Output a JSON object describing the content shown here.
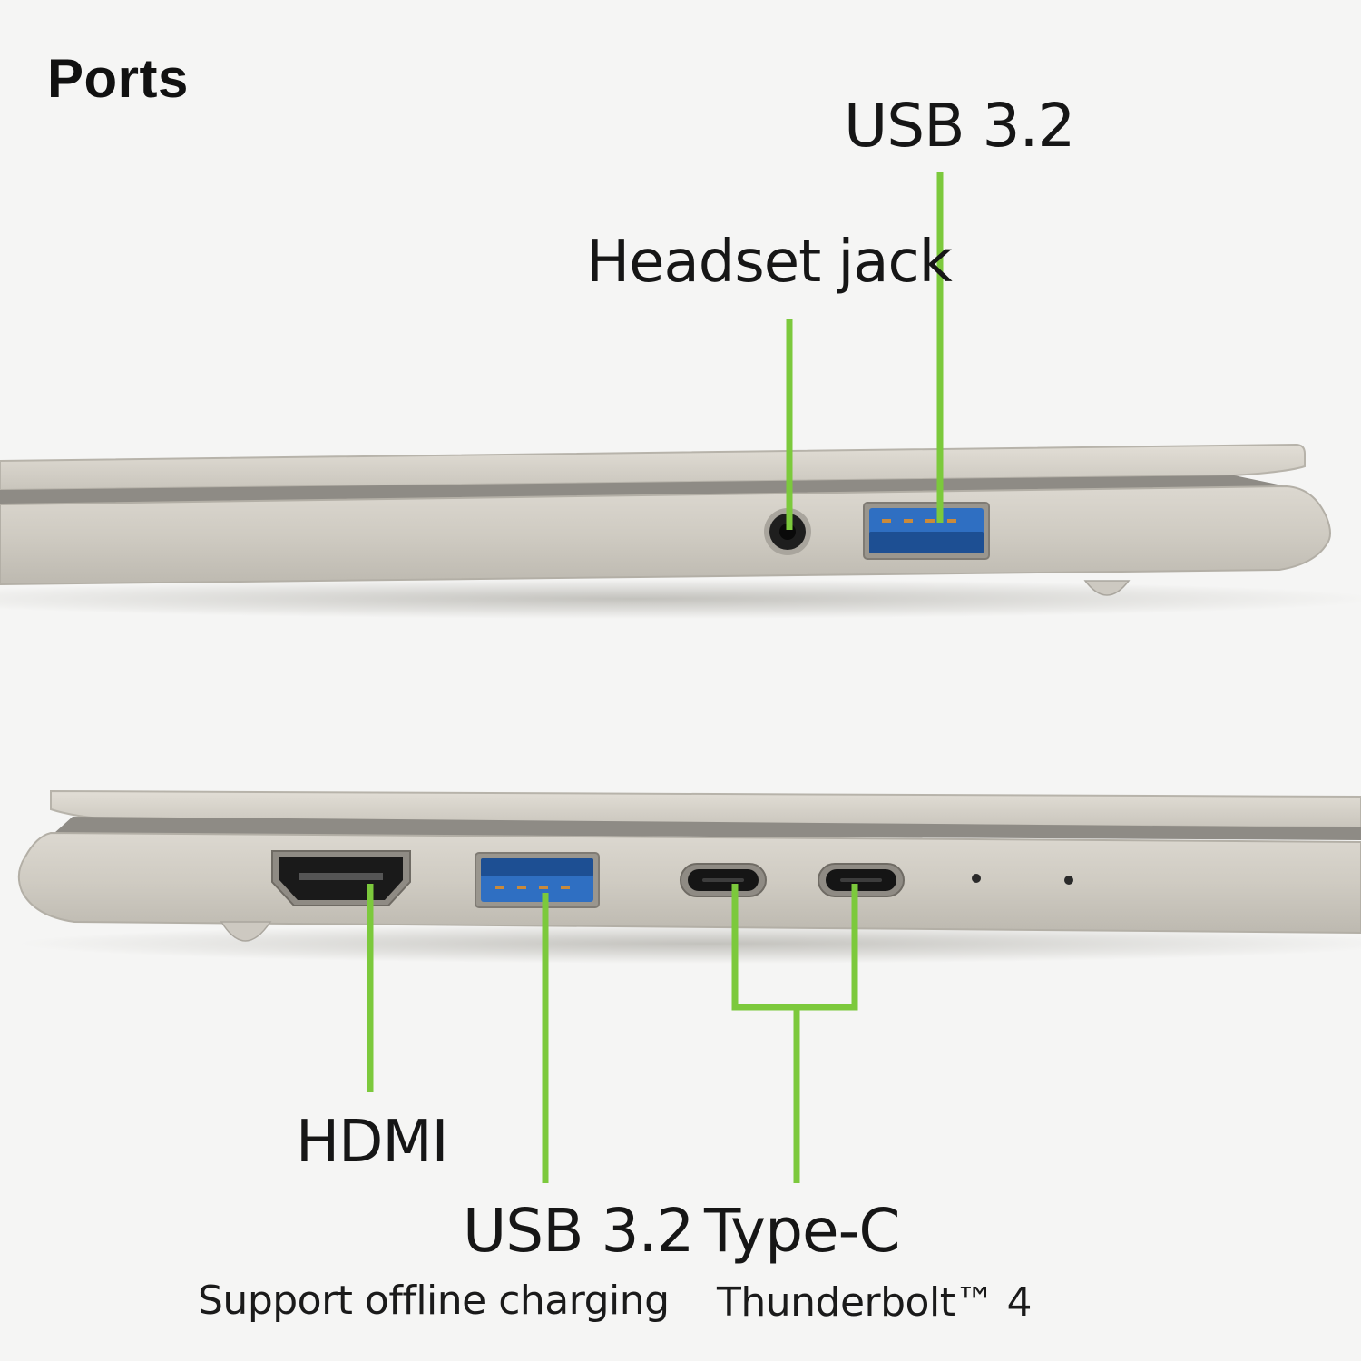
{
  "title": "Ports",
  "top_view": {
    "usb_label": "USB 3.2",
    "headset_label": "Headset jack"
  },
  "bottom_view": {
    "hdmi_label": "HDMI",
    "usb_label": "USB 3.2",
    "usb_sublabel": "Support offline charging",
    "typec_label": "Type-C",
    "typec_sublabel": "Thunderbolt™ 4"
  },
  "colors": {
    "background": "#f5f5f4",
    "callout_line": "#7cc93c",
    "laptop_body": "#d4d0c8",
    "usb_port_blue": "#2f6fc2"
  }
}
